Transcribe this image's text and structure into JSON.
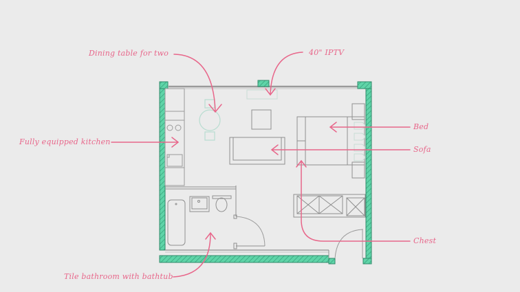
{
  "diagram": {
    "type": "floor-plan",
    "colors": {
      "background": "#ebebeb",
      "annotation": "#e8668a",
      "wall_fill": "#5fd4a8",
      "wall_stroke": "#2f8a6a",
      "furniture": "#8f8f8f",
      "furniture_light": "#b8ddd0"
    },
    "labels": {
      "dining": "Dining table for two",
      "tv": "40\" IPTV",
      "kitchen": "Fully equipped kitchen",
      "bed": "Bed",
      "sofa": "Sofa",
      "chest": "Chest",
      "bathroom": "Tile bathroom with bathtub"
    },
    "rooms": [
      {
        "name": "Kitchen",
        "features": [
          "hob",
          "sink",
          "cabinets"
        ]
      },
      {
        "name": "Living area",
        "features": [
          "dining table",
          "TV",
          "coffee table",
          "sofa",
          "bed",
          "chest"
        ]
      },
      {
        "name": "Bathroom",
        "features": [
          "bathtub",
          "washbasin",
          "toilet"
        ]
      }
    ]
  }
}
